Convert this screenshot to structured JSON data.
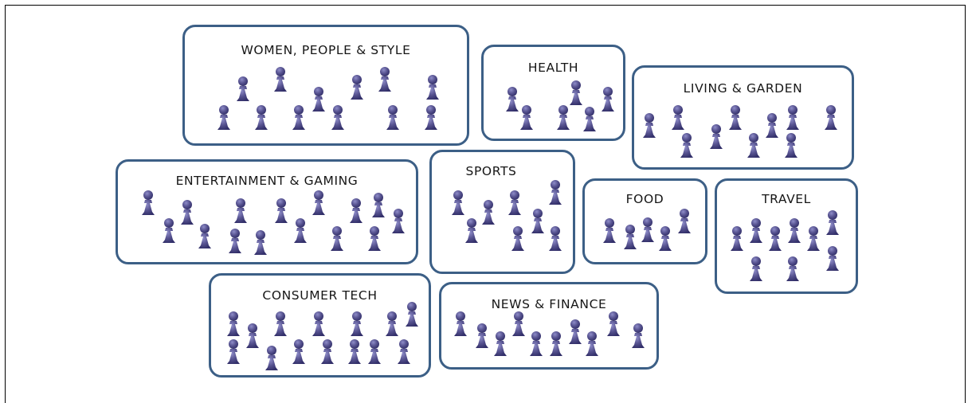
{
  "groups": [
    {
      "id": "women",
      "label": "WOMEN, PEOPLE & STYLE"
    },
    {
      "id": "health",
      "label": "HEALTH"
    },
    {
      "id": "living",
      "label": "LIVING & GARDEN"
    },
    {
      "id": "entertainment",
      "label": "ENTERTAINMENT & GAMING"
    },
    {
      "id": "sports",
      "label": "SPORTS"
    },
    {
      "id": "food",
      "label": "FOOD"
    },
    {
      "id": "travel",
      "label": "TRAVEL"
    },
    {
      "id": "tech",
      "label": "CONSUMER TECH"
    },
    {
      "id": "news",
      "label": "NEWS & FINANCE"
    }
  ],
  "colors": {
    "border": "#3c5f86",
    "person": "#4e4b88"
  },
  "icon": "person-icon"
}
